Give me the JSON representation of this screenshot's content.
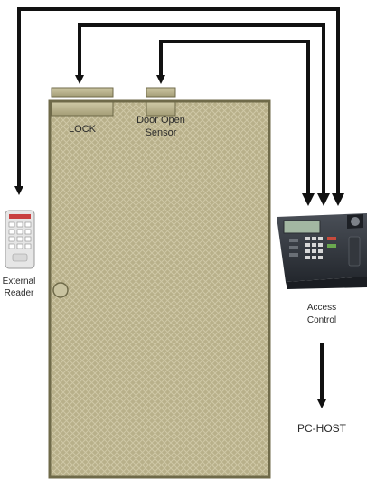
{
  "labels": {
    "lock": "LOCK",
    "sensor_line1": "Door Open",
    "sensor_line2": "Sensor",
    "reader_line1": "External",
    "reader_line2": "Reader",
    "access_line1": "Access",
    "access_line2": "Control",
    "pc_host": "PC-HOST"
  },
  "icons": {
    "door": "door-icon",
    "lock": "lock-icon",
    "sensor": "door-sensor-icon",
    "reader": "keypad-reader-icon",
    "terminal": "access-control-terminal-icon",
    "knob": "door-knob-icon"
  },
  "colors": {
    "door_fill": "#b8b08a",
    "door_stroke": "#6f6a49",
    "wire": "#111111"
  }
}
